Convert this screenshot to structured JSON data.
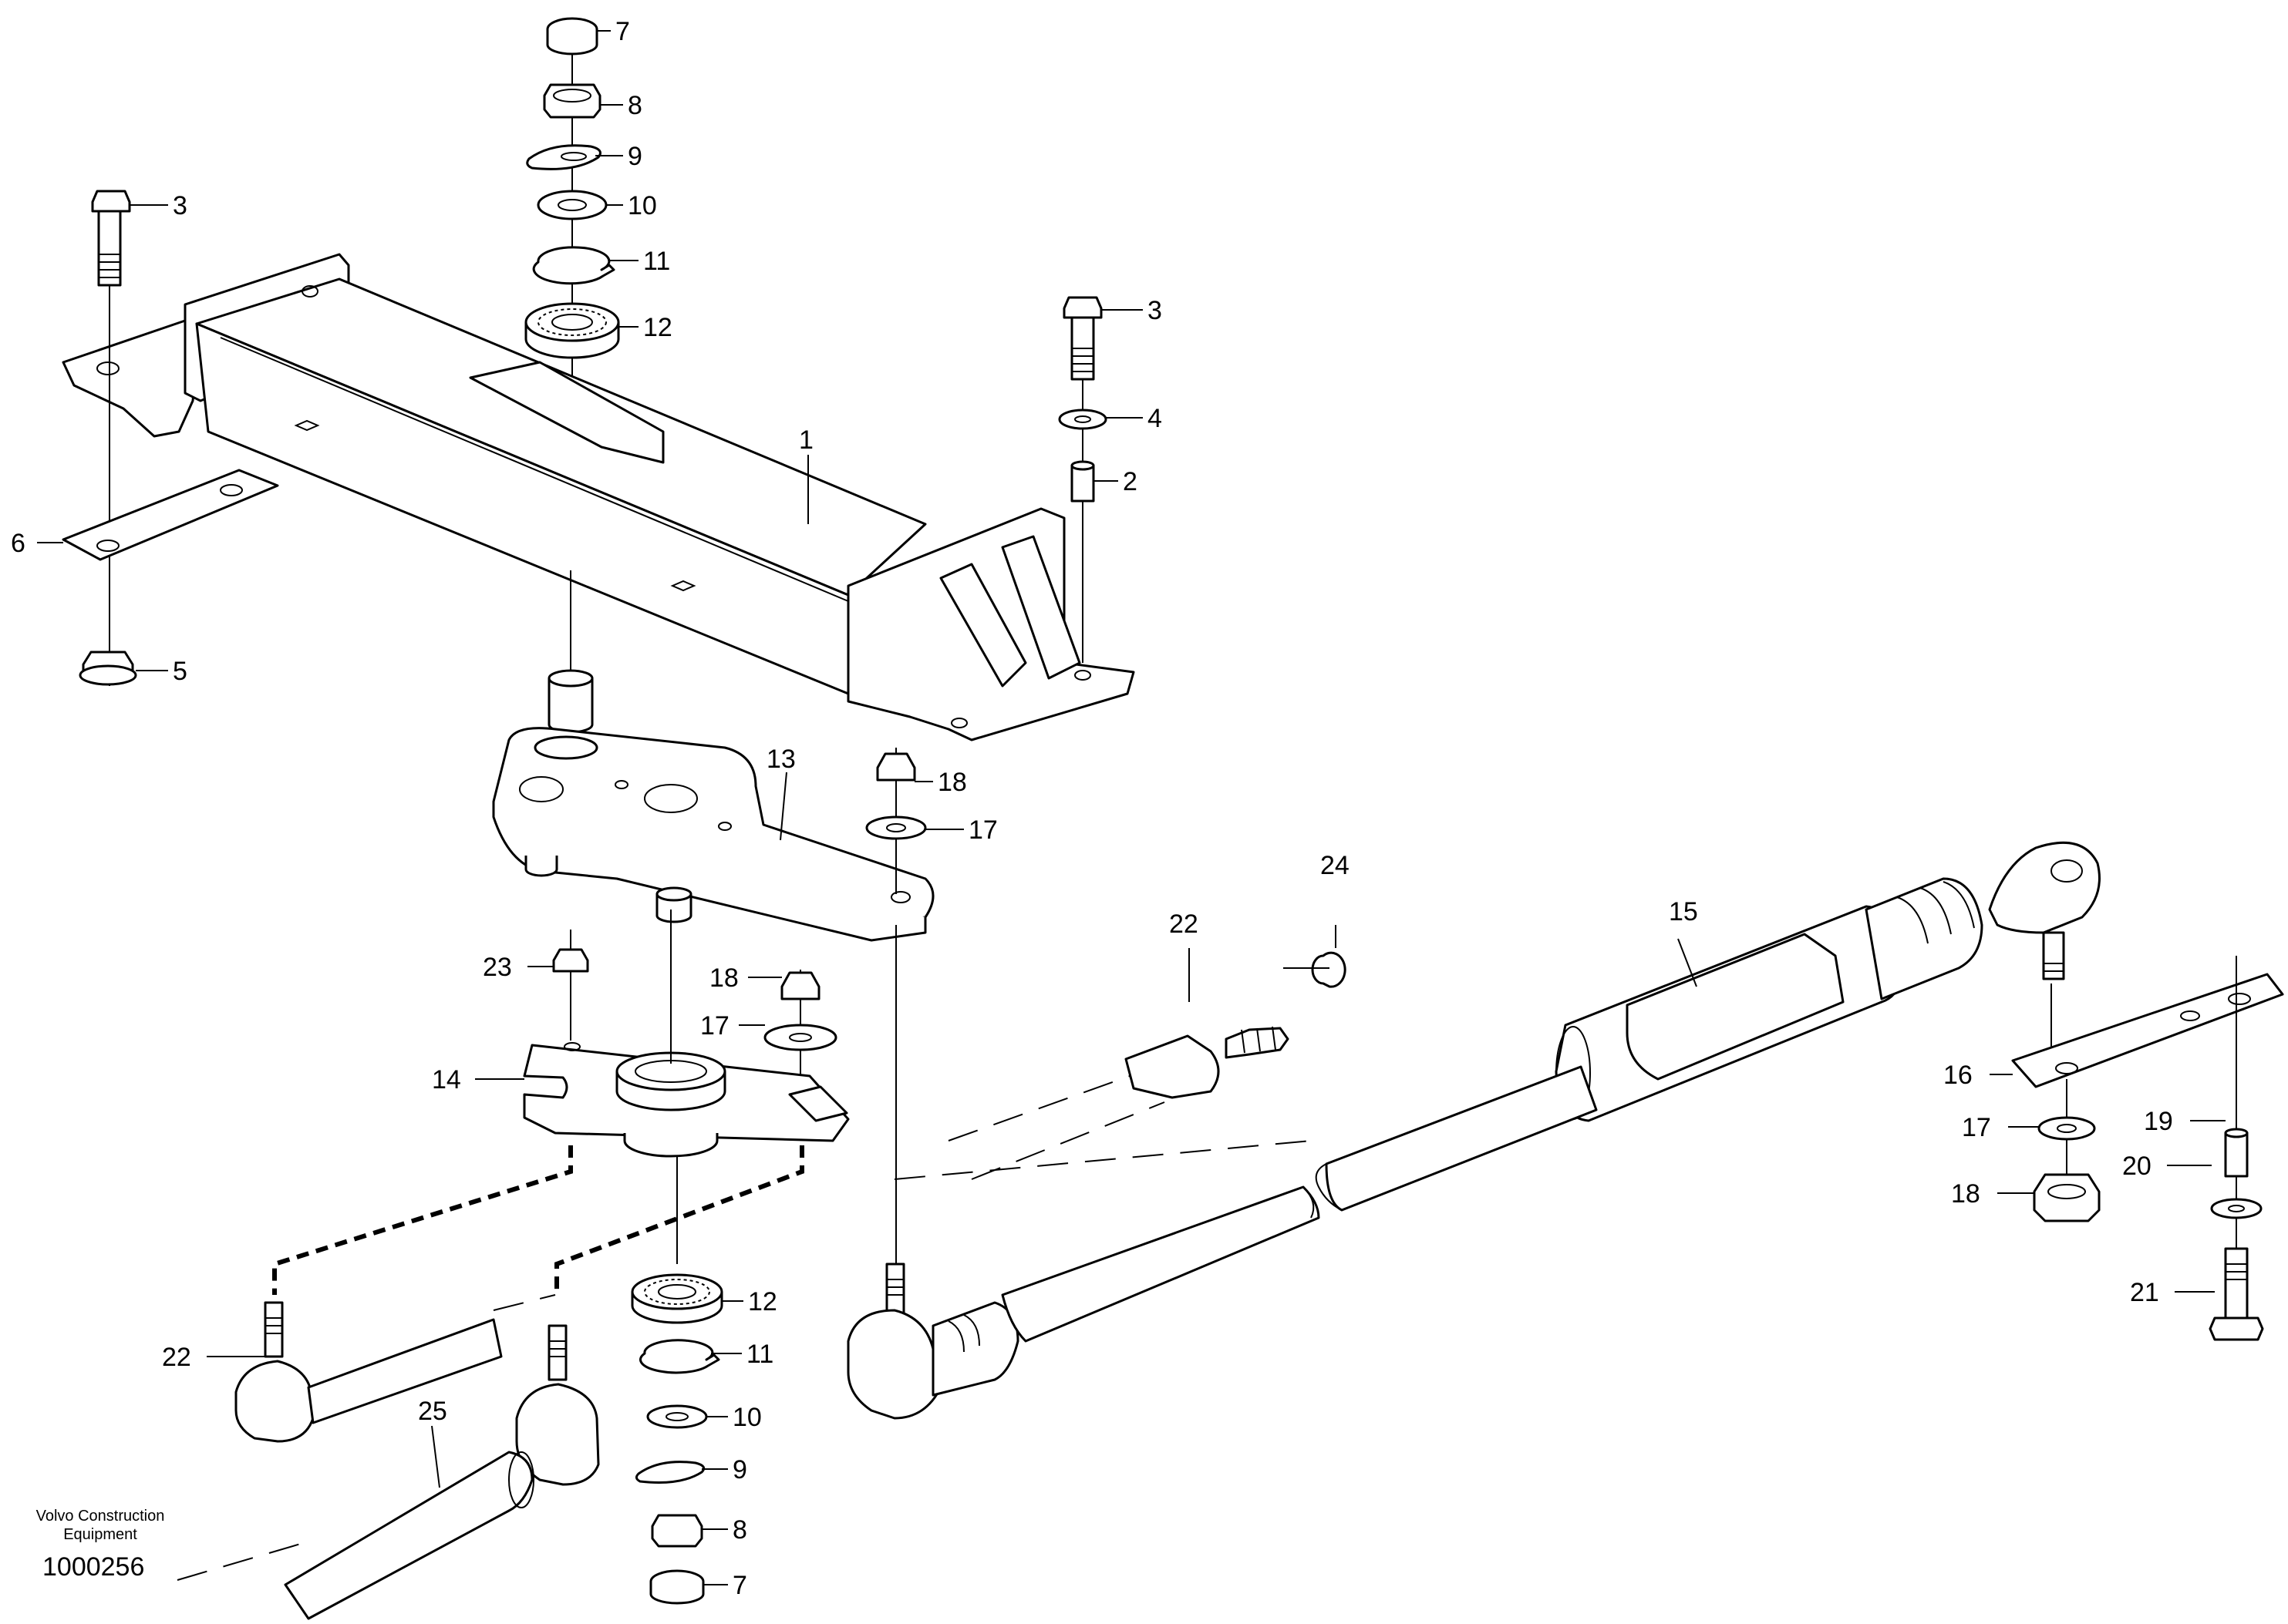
{
  "callouts": {
    "c7_top": "7",
    "c8_top": "8",
    "c9_top": "9",
    "c10_top": "10",
    "c11_top": "11",
    "c12_top": "12",
    "c3_left": "3",
    "c3_right": "3",
    "c4": "4",
    "c2": "2",
    "c1": "1",
    "c6": "6",
    "c5": "5",
    "c13": "13",
    "c18_a": "18",
    "c17_a": "17",
    "c23": "23",
    "c18_b": "18",
    "c17_b": "17",
    "c14": "14",
    "c22_a": "22",
    "c24": "24",
    "c15": "15",
    "c16": "16",
    "c17_c": "17",
    "c18_c": "18",
    "c19": "19",
    "c20": "20",
    "c21": "21",
    "c12_bot": "12",
    "c11_bot": "11",
    "c10_bot": "10",
    "c9_bot": "9",
    "c8_bot": "8",
    "c7_bot": "7",
    "c22_b": "22",
    "c25": "25"
  },
  "brand": "Volvo Construction\nEquipment",
  "drawing_number": "1000256"
}
